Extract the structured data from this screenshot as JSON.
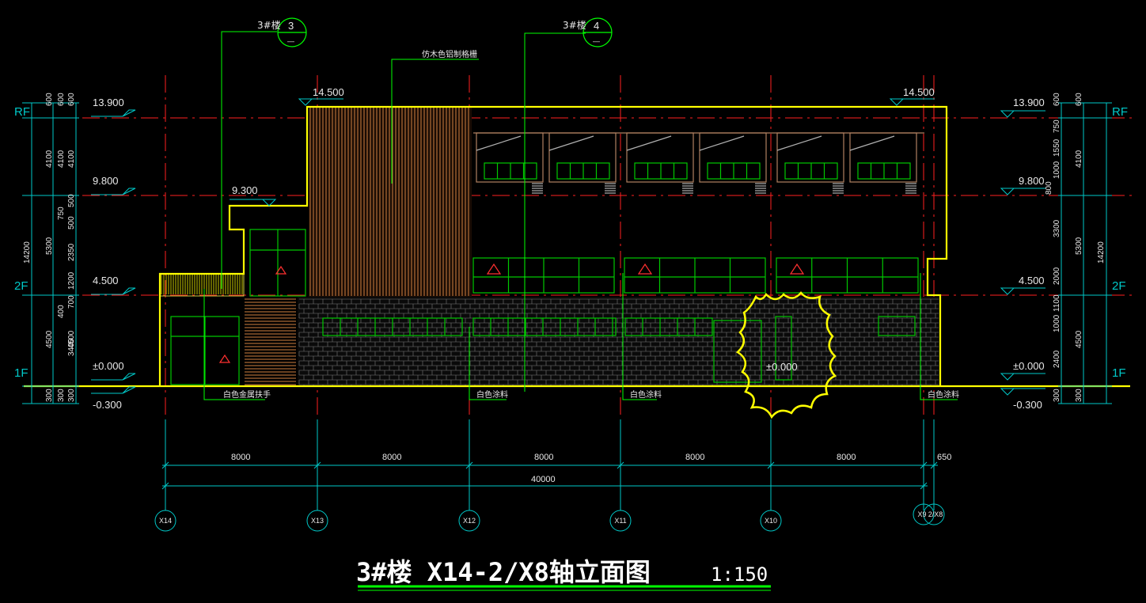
{
  "title": {
    "main": "3#楼 X14-2/X8轴立面图",
    "scale": "1:150"
  },
  "colors": {
    "background": "#000000",
    "building": "#ffff00",
    "axis": "#ff2020",
    "dimension": "#00c8c8",
    "leader": "#00ff00",
    "window": "#00c800",
    "cladding": "#d08040",
    "brick": "#a0a0a0",
    "tree": "#ffff00",
    "text": "#e8e8e8",
    "underline": "#00ff00"
  },
  "floor_labels": {
    "left": [
      "RF",
      "2F",
      "1F"
    ],
    "right": [
      "RF",
      "2F",
      "1F"
    ]
  },
  "elevations": {
    "left": [
      "13.900",
      "9.800",
      "9.300",
      "4.500",
      "±0.000",
      "-0.300"
    ],
    "right": [
      "13.900",
      "9.800",
      "4.500",
      "±0.000",
      "-0.300"
    ],
    "roof": [
      "14.500",
      "14.500"
    ],
    "inside": "±0.000"
  },
  "left_dimensions": {
    "outer": [
      "600",
      "4100",
      "14200",
      "4500",
      "300"
    ],
    "middle": [
      "600",
      "4100",
      "5300",
      "4500",
      "300"
    ],
    "inner": [
      "600",
      "4100",
      "500",
      "750",
      "500",
      "2350",
      "1200",
      "700",
      "400",
      "3400",
      "300"
    ]
  },
  "right_dimensions": {
    "inner": [
      "600",
      "750",
      "1550",
      "1000",
      "800",
      "3300",
      "2000",
      "1100",
      "1000",
      "2400",
      "300"
    ],
    "middle": [
      "600",
      "4100",
      "5300",
      "4500",
      "300"
    ],
    "outer": [
      "14200"
    ]
  },
  "axes": {
    "labels": [
      "X14",
      "X13",
      "X12",
      "X11",
      "X10",
      "X9",
      "2/X8"
    ],
    "spans": [
      "8000",
      "8000",
      "8000",
      "8000",
      "8000",
      "650"
    ],
    "total": "40000"
  },
  "section_marks": [
    {
      "building": "3#楼",
      "number": "3",
      "sub": "—"
    },
    {
      "building": "3#楼",
      "number": "4",
      "sub": "—"
    }
  ],
  "annotations": {
    "top": "仿木色铝制格栅",
    "bottom": [
      "白色金属扶手",
      "白色涂料",
      "白色涂料",
      "白色涂料"
    ]
  }
}
